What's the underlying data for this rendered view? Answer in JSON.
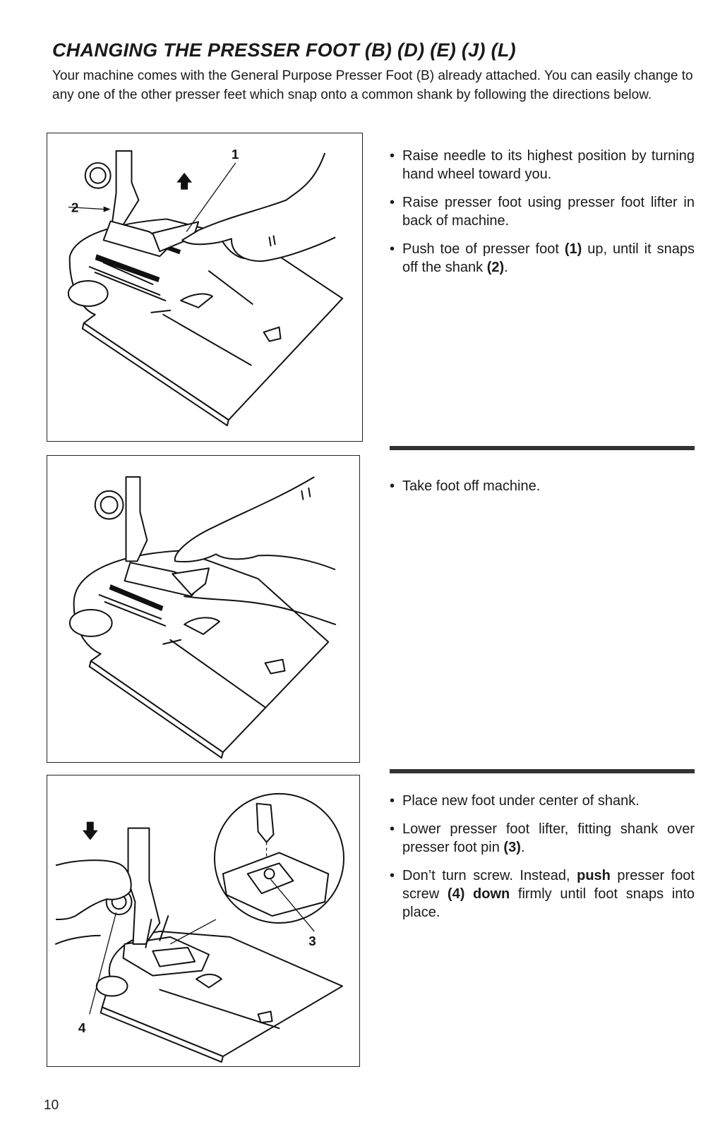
{
  "title": "CHANGING THE PRESSER FOOT (B) (D) (E) (J) (L)",
  "intro": "Your machine comes with the General Purpose Presser Foot (B) already attached. You can easily change to any one of the other presser feet which snap onto a common shank by following the directions below.",
  "sections": [
    {
      "figure_callouts": [
        "1",
        "2"
      ],
      "steps": [
        {
          "html": "Raise needle to its highest position by turning hand wheel toward you."
        },
        {
          "html": "Raise presser foot using presser foot lifter in back of machine."
        },
        {
          "html": "Push toe of presser foot <b>(1)</b> up, until it snaps off the shank <b>(2)</b>."
        }
      ]
    },
    {
      "figure_callouts": [],
      "steps": [
        {
          "html": "Take foot off machine."
        }
      ]
    },
    {
      "figure_callouts": [
        "3",
        "4"
      ],
      "steps": [
        {
          "html": "Place new foot under center of shank."
        },
        {
          "html": "Lower presser foot lifter, fitting shank over presser foot pin <b>(3)</b>."
        },
        {
          "html": "Don’t turn screw. Instead, <b>push</b> presser foot screw <b>(4) down</b> firmly until foot snaps into place."
        }
      ]
    }
  ],
  "page_number": "10"
}
